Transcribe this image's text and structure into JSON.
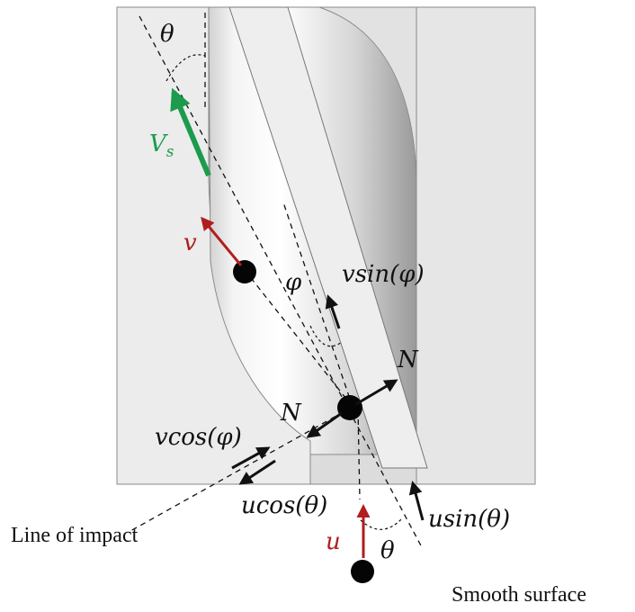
{
  "labels": {
    "theta_top": "θ",
    "vs_base": "V",
    "vs_sub": "s",
    "v": "v",
    "phi": "φ",
    "vsin_phi": "vsin(φ)",
    "n_upper": "N",
    "n_lower": "N",
    "vcos_phi": "vcos(φ)",
    "ucos_theta": "ucos(θ)",
    "line_of_impact": "Line of impact",
    "usin_theta": "usin(θ)",
    "u": "u",
    "theta_bottom": "θ",
    "smooth_surface": "Smooth surface"
  },
  "colors": {
    "velocity_red": "#b01e1e",
    "surface_green": "#1c9b4c",
    "body_fill": "#e2e2e2",
    "outline": "#777777",
    "ink": "#111111"
  }
}
